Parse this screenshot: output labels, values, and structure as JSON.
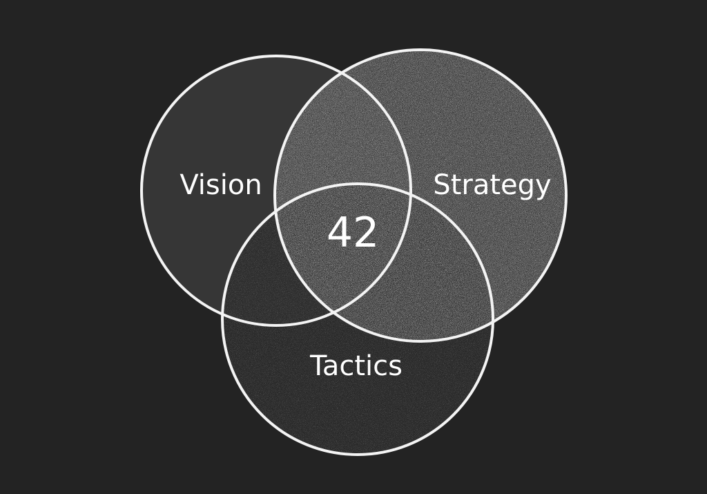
{
  "diagram": {
    "sets": [
      {
        "id": "vision",
        "label": "Vision"
      },
      {
        "id": "strategy",
        "label": "Strategy"
      },
      {
        "id": "tactics",
        "label": "Tactics"
      }
    ],
    "center_label": "42",
    "colors": {
      "background": "#232323",
      "vision_fill": "#363636",
      "strategy_fill": "#3a3a3a",
      "tactics_fill": "#2a2a2a",
      "stroke": "#f4f4f4",
      "text": "#ffffff"
    }
  }
}
